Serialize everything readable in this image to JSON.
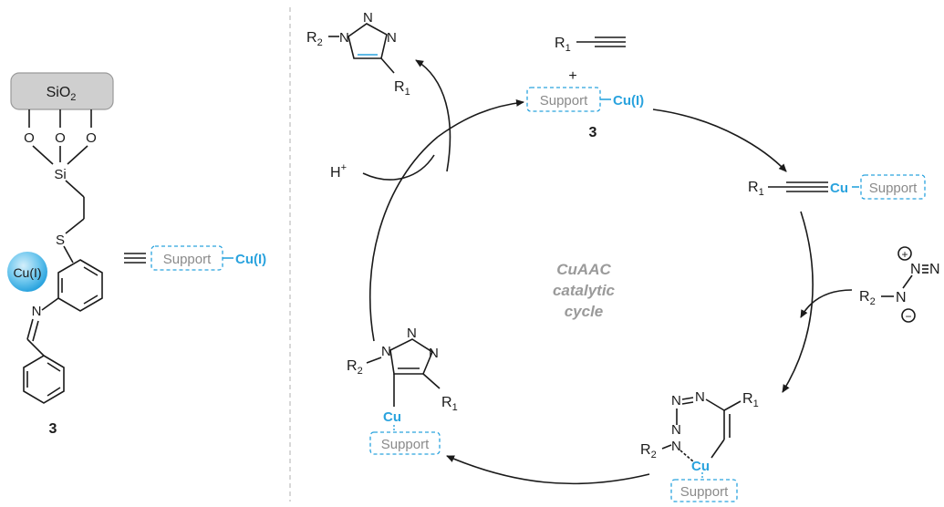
{
  "catalyst": {
    "silica": "SiO",
    "silica_sub": "2",
    "oxygen": "O",
    "silicon": "Si",
    "sulfur": "S",
    "nitrogen": "N",
    "copper": "Cu(I)",
    "label": "3"
  },
  "shorthand": {
    "support": "Support",
    "copper": "Cu(I)"
  },
  "cycle": {
    "title_line1": "CuAAC",
    "title_line2": "catalytic",
    "title_line3": "cycle"
  },
  "top_reagent": {
    "r1": "R",
    "r1_sub": "1",
    "plus": "+",
    "support": "Support",
    "copper": "Cu(I)",
    "label": "3"
  },
  "acetylide": {
    "r1": "R",
    "r1_sub": "1",
    "copper": "Cu",
    "support": "Support"
  },
  "azide": {
    "r2": "R",
    "r2_sub": "2",
    "n": "N",
    "n2": "N",
    "n3": "N",
    "plus_charge": "+",
    "minus_charge": "−"
  },
  "metallacycle": {
    "n": "N",
    "r1": "R",
    "r1_sub": "1",
    "r2": "R",
    "r2_sub": "2",
    "copper": "Cu",
    "support": "Support"
  },
  "triazolide": {
    "n": "N",
    "r1": "R",
    "r1_sub": "1",
    "r2": "R",
    "r2_sub": "2",
    "copper": "Cu",
    "support": "Support"
  },
  "product": {
    "n": "N",
    "r1": "R",
    "r1_sub": "1",
    "r2": "R",
    "r2_sub": "2"
  },
  "proton": {
    "h": "H",
    "charge": "+"
  }
}
